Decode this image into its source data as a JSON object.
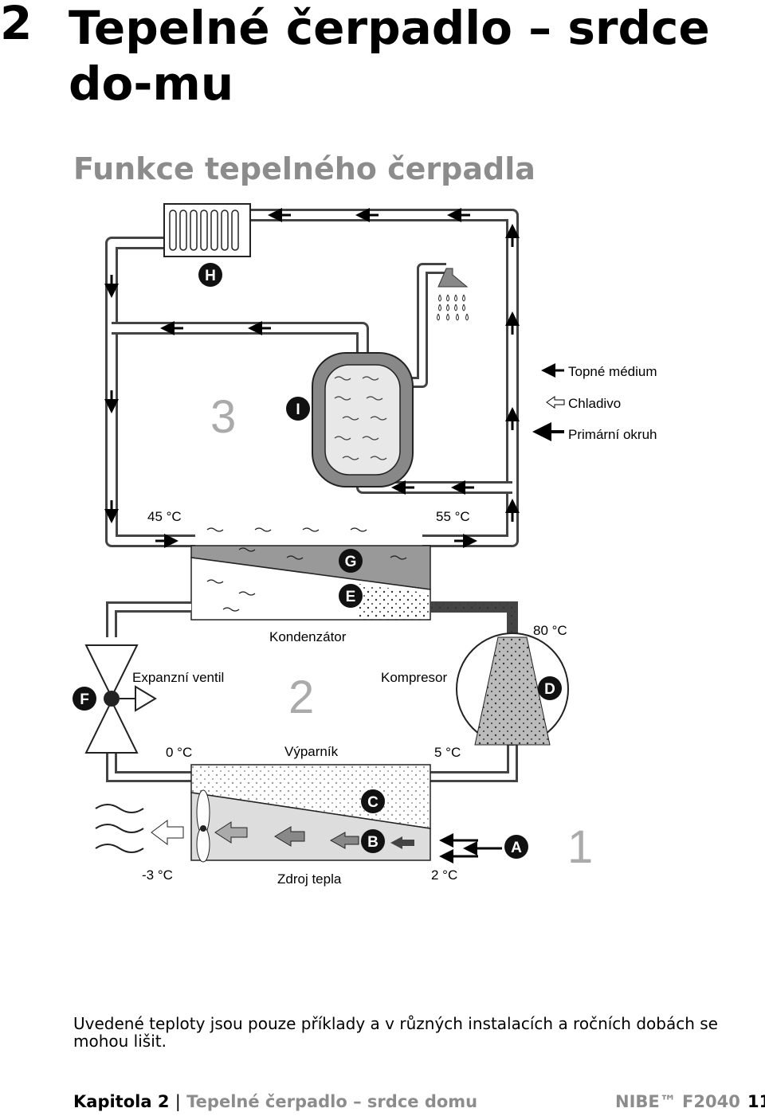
{
  "header": {
    "chapter_number": "2",
    "chapter_title": "Tepelné čerpadlo – srdce do-mu",
    "section_title": "Funkce tepelného čerpadla"
  },
  "diagram": {
    "circuit_numbers": {
      "one": "1",
      "two": "2",
      "three": "3"
    },
    "markers": {
      "a": "A",
      "b": "B",
      "c": "C",
      "d": "D",
      "e": "E",
      "f": "F",
      "g": "G",
      "h": "H",
      "i": "I"
    },
    "legend": {
      "heating_medium": "Topné médium",
      "refrigerant": "Chladivo",
      "primary_circuit": "Primární okruh"
    },
    "labels": {
      "condenser": "Kondenzátor",
      "expansion_valve": "Expanzní ventil",
      "compressor": "Kompresor",
      "evaporator": "Výparník",
      "heat_source": "Zdroj tepla"
    },
    "temperatures": {
      "t45": "45 °C",
      "t55": "55 °C",
      "t80": "80 °C",
      "t0": "0 °C",
      "t5": "5 °C",
      "tm3": "-3 °C",
      "t2": "2 °C"
    }
  },
  "note": "Uvedené teploty jsou pouze příklady a v různých instalacích a ročních dobách se mohou lišit.",
  "footer": {
    "chapter": "Kapitola 2",
    "separator": "|",
    "subtitle": "Tepelné čerpadlo – srdce domu",
    "product": "NIBE™ F2040",
    "page": "11"
  }
}
